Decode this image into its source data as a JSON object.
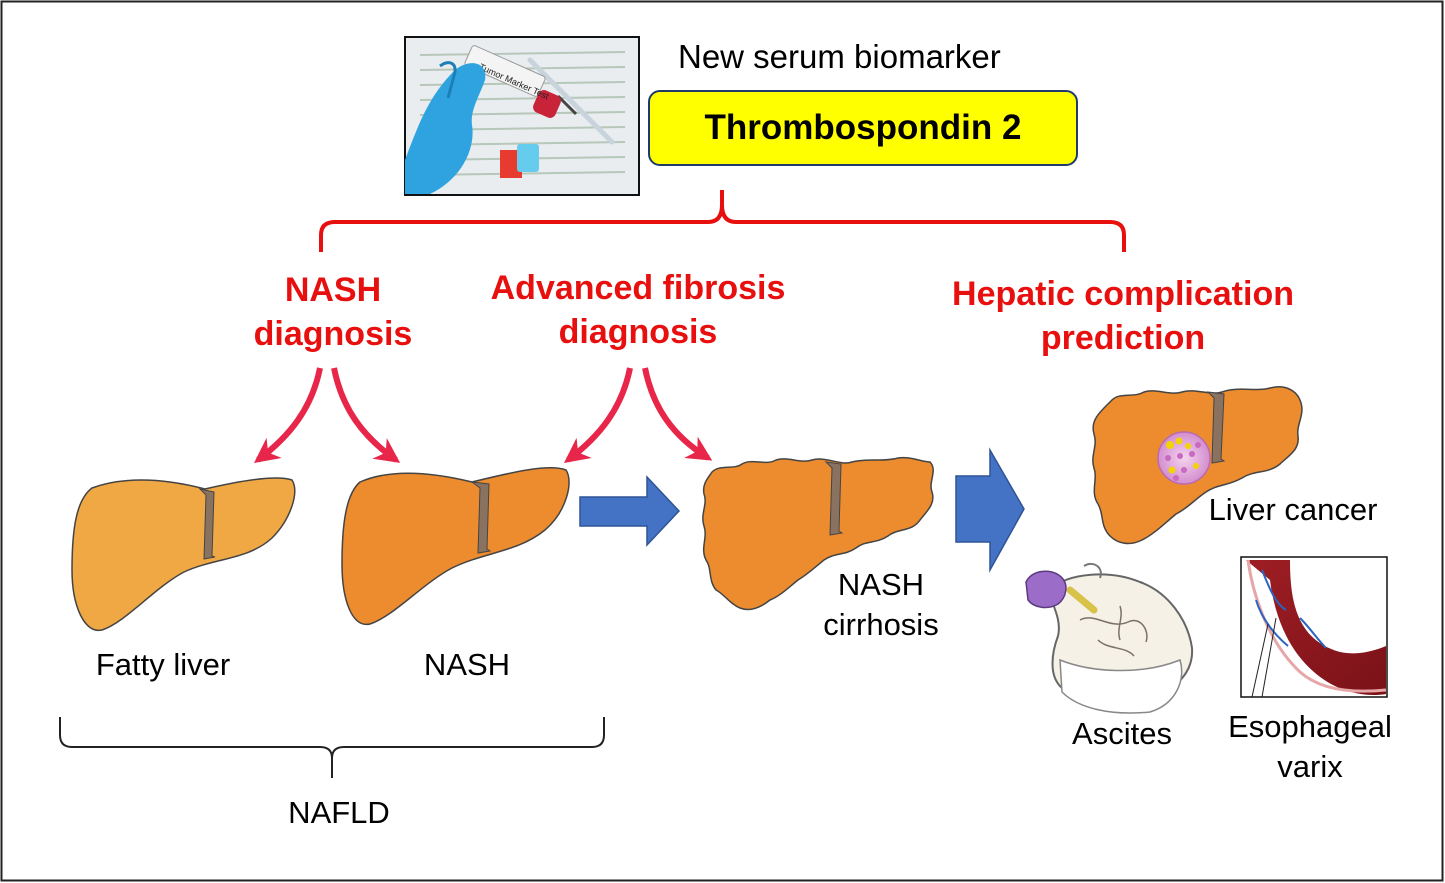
{
  "header": {
    "subtitle": "New serum biomarker",
    "biomarker": "Thrombospondin 2",
    "photo_label": "Tumor Marker Test"
  },
  "applications": [
    {
      "line1": "NASH",
      "line2": "diagnosis"
    },
    {
      "line1": "Advanced fibrosis",
      "line2": "diagnosis"
    },
    {
      "line1": "Hepatic complication",
      "line2": "prediction"
    }
  ],
  "stages": {
    "fatty_liver": "Fatty liver",
    "nash": "NASH",
    "cirrhosis_line1": "NASH",
    "cirrhosis_line2": "cirrhosis",
    "group": "NAFLD"
  },
  "complications": {
    "cancer": "Liver cancer",
    "ascites": "Ascites",
    "varix_line1": "Esophageal",
    "varix_line2": "varix"
  },
  "colors": {
    "accent_red": "#e8100e",
    "arrow_pink": "#e8264a",
    "flow_blue": "#4472c4",
    "fatty_liver": "#f0a845",
    "liver": "#ec8c2e",
    "ligament": "#8a7261",
    "box_yellow": "#ffff00"
  }
}
